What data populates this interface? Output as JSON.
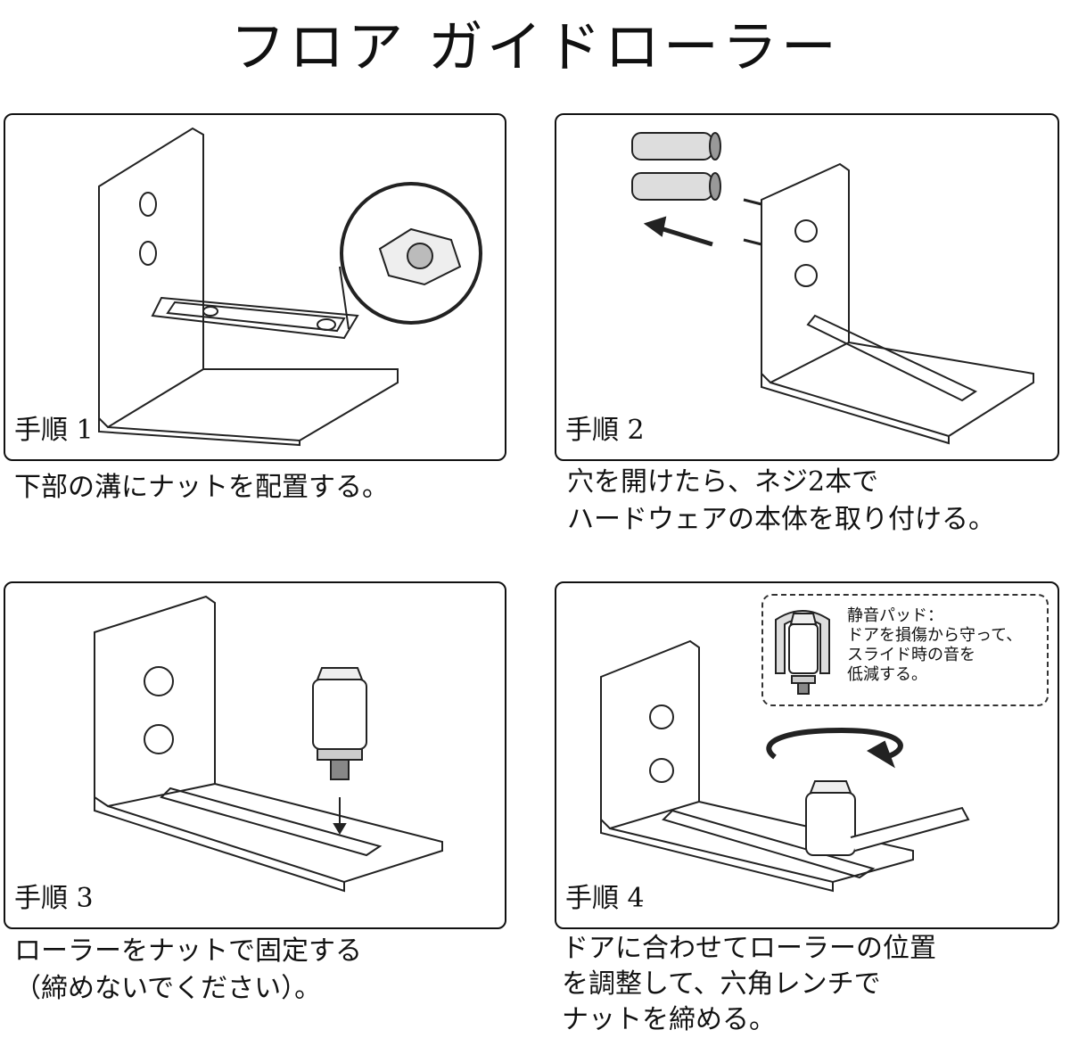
{
  "title": "フロア ガイドローラー",
  "steps": [
    {
      "label": "手順 1",
      "caption": [
        "下部の溝にナットを配置する。"
      ]
    },
    {
      "label": "手順 2",
      "caption": [
        "穴を開けたら、ネジ2本で",
        "ハードウェアの本体を取り付ける。"
      ]
    },
    {
      "label": "手順 3",
      "caption": [
        "ローラーをナットで固定する",
        "（締めないでください）。"
      ]
    },
    {
      "label": "手順 4",
      "caption": [
        "ドアに合わせてローラーの位置",
        "を調整して、六角レンチで",
        "ナットを締める。"
      ]
    }
  ],
  "callout": {
    "lines": [
      "静音パッド：",
      "ドアを損傷から守って、",
      "スライド時の音を",
      "低減する。"
    ]
  }
}
